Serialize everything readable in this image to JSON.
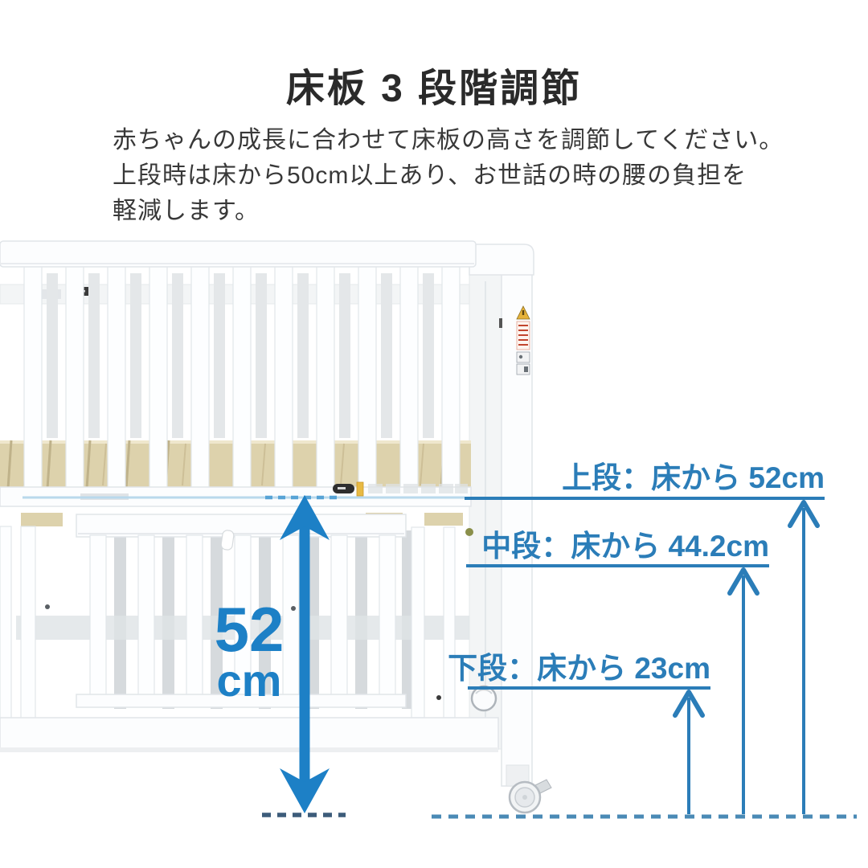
{
  "title": "床板 3 段階調節",
  "description": {
    "line1": "赤ちゃんの成長に合わせて床板の高さを調節してください。",
    "line2": "上段時は床から50cm以上あり、お世話の時の腰の負担を",
    "line3": "軽減します。"
  },
  "diagram": {
    "levels": [
      {
        "id": "upper",
        "label": "上段：床から 52cm"
      },
      {
        "id": "middle",
        "label": "中段：床から 44.2cm"
      },
      {
        "id": "lower",
        "label": "下段：床から 23cm"
      }
    ],
    "height_callout": {
      "value": "52",
      "unit": "cm"
    },
    "colors": {
      "annotation": "#2b7db8",
      "arrow": "#1d80c6",
      "light_line": "#b9d9ec",
      "top_dash": "#57a3d6",
      "dark_dash": "#3d5c7a",
      "floor_dash": "#4a8ab5",
      "title_text": "#2a2a2a",
      "body_text": "#383838"
    }
  }
}
